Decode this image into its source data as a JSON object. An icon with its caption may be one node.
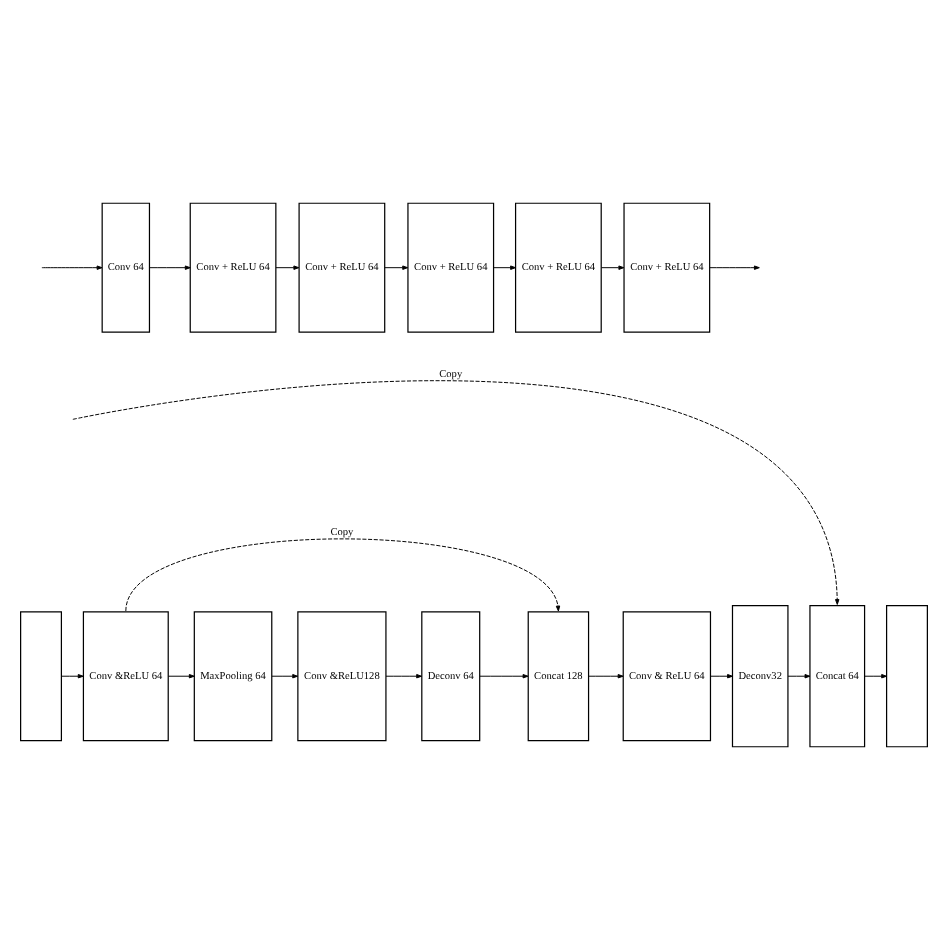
{
  "diagram": {
    "nodes": [
      {
        "text": [],
        "shape": "box"
      },
      {
        "text": [
          "Conv &ReLU 64"
        ]
      },
      {
        "text": [
          "MaxPooling 64"
        ]
      },
      {
        "text": [
          "Conv &ReLU128"
        ]
      },
      {
        "text": [
          "Deconv 64"
        ]
      },
      {
        "text": [
          "Concat 128"
        ]
      },
      {
        "text": [
          "Conv & ReLU 64"
        ]
      },
      {
        "text": [
          "Deconv32"
        ]
      },
      {
        "text": [
          "Concat 64"
        ]
      },
      {
        "text": [],
        "shape": "box"
      },
      {
        "text": [
          "Conv 64"
        ]
      },
      {
        "text": [
          "Conv + ReLU 64"
        ]
      },
      {
        "text": [
          "Conv + ReLU 64"
        ]
      },
      {
        "text": [
          "Conv + ReLU 64"
        ]
      },
      {
        "text": [
          "Conv + ReLU 64"
        ]
      },
      {
        "text": [
          "Conv + ReLU 64"
        ]
      }
    ],
    "edges": [
      {
        "from": 0,
        "to": 1,
        "arrow": "to"
      },
      {
        "from": 1,
        "to": 2,
        "arrow": "to"
      },
      {
        "from": 2,
        "to": 3,
        "arrow": "to"
      },
      {
        "from": 3,
        "to": 4,
        "arrow": "to"
      },
      {
        "from": 4,
        "to": 5,
        "arrow": "to"
      },
      {
        "from": 5,
        "to": 6,
        "arrow": "to"
      },
      {
        "from": 6,
        "to": 7,
        "arrow": "to"
      },
      {
        "from": 7,
        "to": 8,
        "arrow": "to"
      },
      {
        "from": 8,
        "to": 9,
        "arrow": "to"
      },
      {
        "from": null,
        "to": 8,
        "arrow": "to",
        "label": "Copy",
        "style": "dashed"
      },
      {
        "from": 1,
        "to": 5,
        "arrow": "to",
        "label": "Copy",
        "style": "dashed"
      },
      {
        "from": null,
        "to": 10,
        "arrow": "to"
      },
      {
        "from": 10,
        "to": 11,
        "arrow": "to"
      },
      {
        "from": 11,
        "to": 12,
        "arrow": "to"
      },
      {
        "from": 12,
        "to": 13,
        "arrow": "to"
      },
      {
        "from": 13,
        "to": 14,
        "arrow": "to"
      },
      {
        "from": 14,
        "to": 15,
        "arrow": "to"
      },
      {
        "from": 15,
        "to": null,
        "arrow": "to"
      }
    ]
  }
}
